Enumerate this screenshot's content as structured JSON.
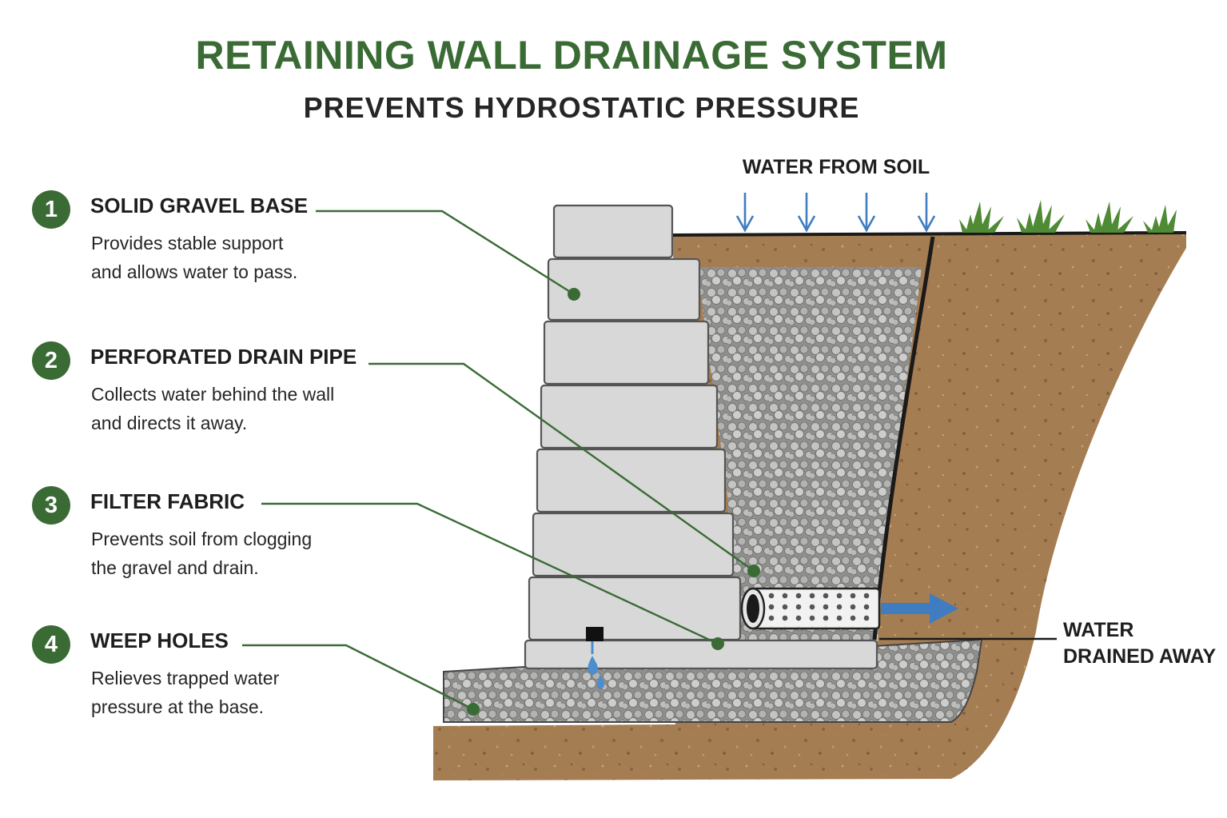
{
  "title": "RETAINING WALL DRAINAGE SYSTEM",
  "subtitle": "PREVENTS HYDROSTATIC PRESSURE",
  "legend": [
    {
      "number": "1",
      "title": "SOLID GRAVEL BASE",
      "line1": "Provides stable support",
      "line2": "and allows water to pass."
    },
    {
      "number": "2",
      "title": "PERFORATED DRAIN PIPE",
      "line1": "Collects water behind the wall",
      "line2": "and directs it away."
    },
    {
      "number": "3",
      "title": "FILTER FABRIC",
      "line1": "Prevents soil from clogging",
      "line2": "the gravel and drain."
    },
    {
      "number": "4",
      "title": "WEEP HOLES",
      "line1": "Relieves trapped water",
      "line2": "pressure at the base."
    }
  ],
  "labels": {
    "water_from_soil": "WATER FROM SOIL",
    "water_drained_line1": "WATER",
    "water_drained_line2": "DRAINED AWAY"
  },
  "colors": {
    "accent_green": "#3a6b35",
    "soil": "#a57d52",
    "gravel": "#b4b4b2",
    "block": "#d8d8d8",
    "water_blue": "#3f7cc0"
  },
  "icons": [
    "water-arrow-icon",
    "grass-tuft-icon",
    "flow-arrow-icon",
    "water-drop-icon"
  ]
}
